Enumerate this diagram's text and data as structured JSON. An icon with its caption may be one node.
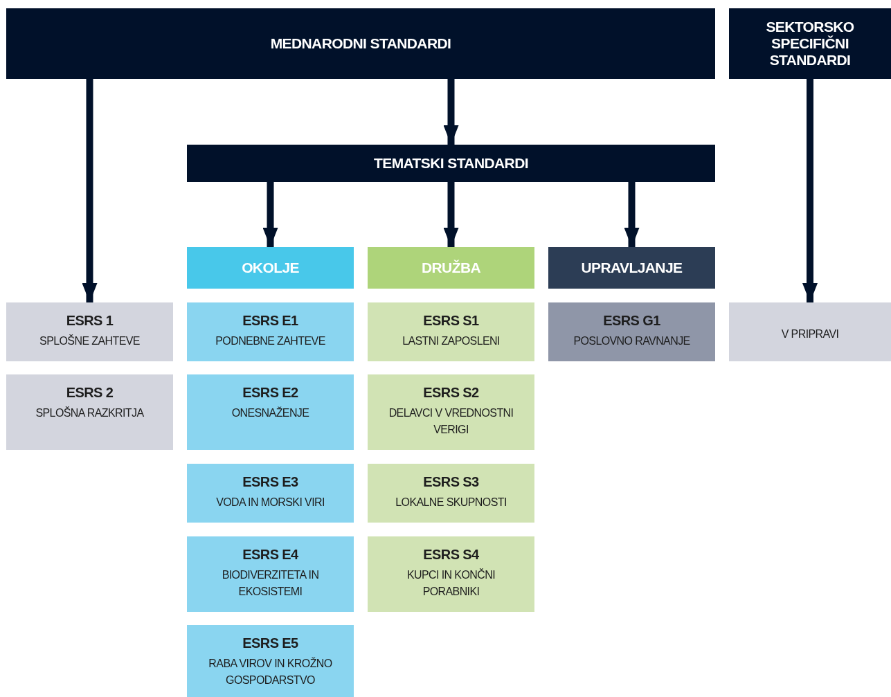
{
  "diagram": {
    "nodes": [
      {
        "text": [
          "MEDNARODNI STANDARDI"
        ]
      },
      {
        "text": [
          "SEKTORSKO SPECIFIČNI STANDARDI"
        ]
      },
      {
        "text": [
          "TEMATSKI STANDARDI"
        ]
      },
      {
        "text": [
          "OKOLJE"
        ]
      },
      {
        "text": [
          "DRUŽBA"
        ]
      },
      {
        "text": [
          "UPRAVLJANJE"
        ]
      },
      {
        "text": [
          "ESRS 1",
          "SPLOŠNE ZAHTEVE"
        ]
      },
      {
        "text": [
          "ESRS E1",
          "PODNEBNE ZAHTEVE"
        ]
      },
      {
        "text": [
          "ESRS S1",
          "LASTNI ZAPOSLENI"
        ]
      },
      {
        "text": [
          "ESRS G1",
          "POSLOVNO RAVNANJE"
        ]
      },
      {
        "text": [
          "V PRIPRAVI"
        ]
      },
      {
        "text": [
          "ESRS 2",
          "SPLOŠNA RAZKRITJA"
        ]
      },
      {
        "text": [
          "ESRS E2",
          "ONESNAŽENJE"
        ]
      },
      {
        "text": [
          "ESRS S2",
          "DELAVCI V VREDNOSTNI VERIGI"
        ]
      },
      {
        "text": [
          "ESRS E3",
          "VODA IN MORSKI VIRI"
        ]
      },
      {
        "text": [
          "ESRS S3",
          "LOKALNE SKUPNOSTI"
        ]
      },
      {
        "text": [
          "ESRS E4",
          "BIODIVERZITETA IN EKOSISTEMI"
        ]
      },
      {
        "text": [
          "ESRS S4",
          "KUPCI IN KONČNI PORABNIKI"
        ]
      },
      {
        "text": [
          "ESRS E5",
          "RABA VIROV IN KROŽNO GOSPODARSTVO"
        ]
      }
    ],
    "edges": [
      {
        "from": 0,
        "to": 6,
        "arrow": "to"
      },
      {
        "from": 0,
        "to": 2,
        "arrow": "to"
      },
      {
        "from": 2,
        "to": 3,
        "arrow": "to"
      },
      {
        "from": 2,
        "to": 4,
        "arrow": "to"
      },
      {
        "from": 2,
        "to": 5,
        "arrow": "to"
      },
      {
        "from": 1,
        "to": 10,
        "arrow": "to"
      }
    ]
  }
}
